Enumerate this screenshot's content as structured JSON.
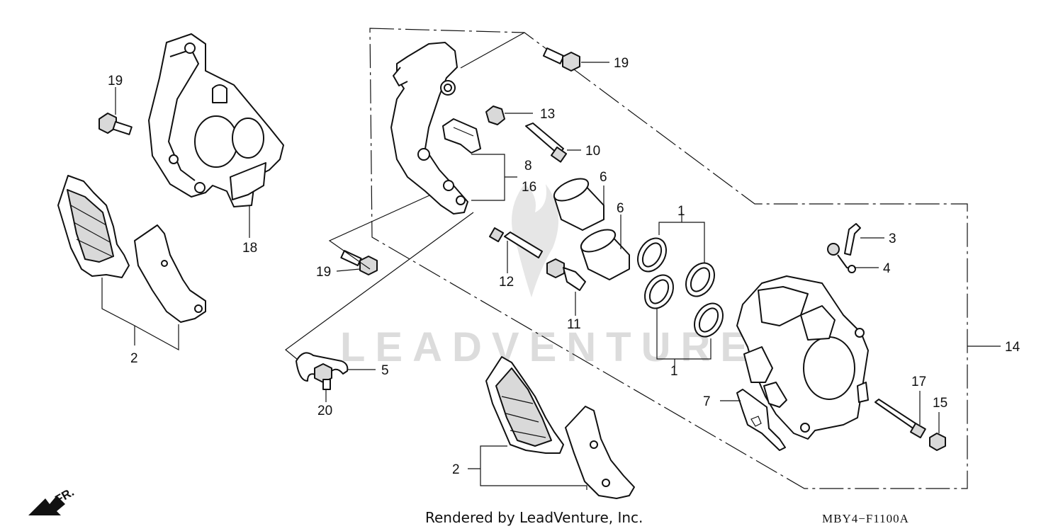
{
  "callouts": {
    "c19a": "19",
    "c19b": "19",
    "c19c": "19",
    "c18": "18",
    "c2a": "2",
    "c2b": "2",
    "c13": "13",
    "c10": "10",
    "c8": "8",
    "c16": "16",
    "c6a": "6",
    "c6b": "6",
    "c1a": "1",
    "c1b": "1",
    "c12": "12",
    "c11": "11",
    "c3": "3",
    "c4": "4",
    "c14": "14",
    "c5": "5",
    "c20": "20",
    "c7": "7",
    "c17": "17",
    "c15": "15"
  },
  "footer": {
    "credit": "Rendered by LeadVenture, Inc.",
    "diagram_code": "MBY4−F1100A"
  },
  "watermark": "LEADVENTURE",
  "direction_label": "FR."
}
